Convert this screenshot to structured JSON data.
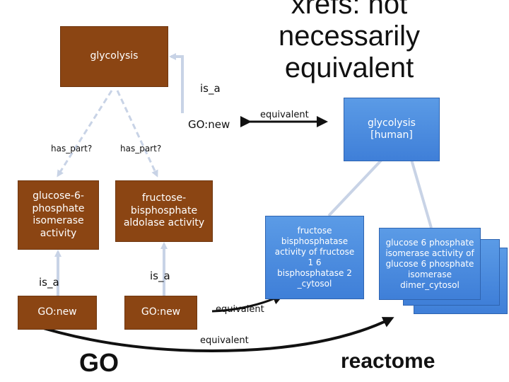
{
  "title": {
    "lines": [
      "xrefs: not",
      "necessarily",
      "equivalent"
    ]
  },
  "go_side": {
    "glycolysis": "glycolysis",
    "go_new_top": "GO:new",
    "is_a_top": "is_a",
    "has_part_left": "has_part?",
    "has_part_right": "has_part?",
    "g6p_isomerase": [
      "glucose-6-",
      "phosphate",
      "isomerase",
      "activity"
    ],
    "fbp_aldolase": [
      "fructose-",
      "bisphosphate",
      "aldolase activity"
    ],
    "is_a_left": "is_a",
    "is_a_right": "is_a",
    "go_new_left": "GO:new",
    "go_new_right": "GO:new",
    "footer_label": "GO"
  },
  "reactome_side": {
    "glycolysis_human": [
      "glycolysis",
      "[human]"
    ],
    "fbpase": [
      "fructose",
      "bisphosphatase",
      "activity of fructose",
      "1 6",
      "bisphosphatase 2",
      "_cytosol"
    ],
    "g6p_dimer": [
      "glucose 6 phosphate",
      "isomerase activity of",
      "glucose 6 phosphate",
      "isomerase",
      "dimer_cytosol"
    ],
    "footer_label": "reactome"
  },
  "edges": {
    "equivalent_top": "equivalent",
    "equivalent_mid": "equivalent",
    "equivalent_bottom": "equivalent"
  },
  "colors": {
    "go_box": "#8b4513",
    "reactome_box": "#4a86df",
    "arrow": "#c8d3e6",
    "black_arrow": "#111111"
  }
}
